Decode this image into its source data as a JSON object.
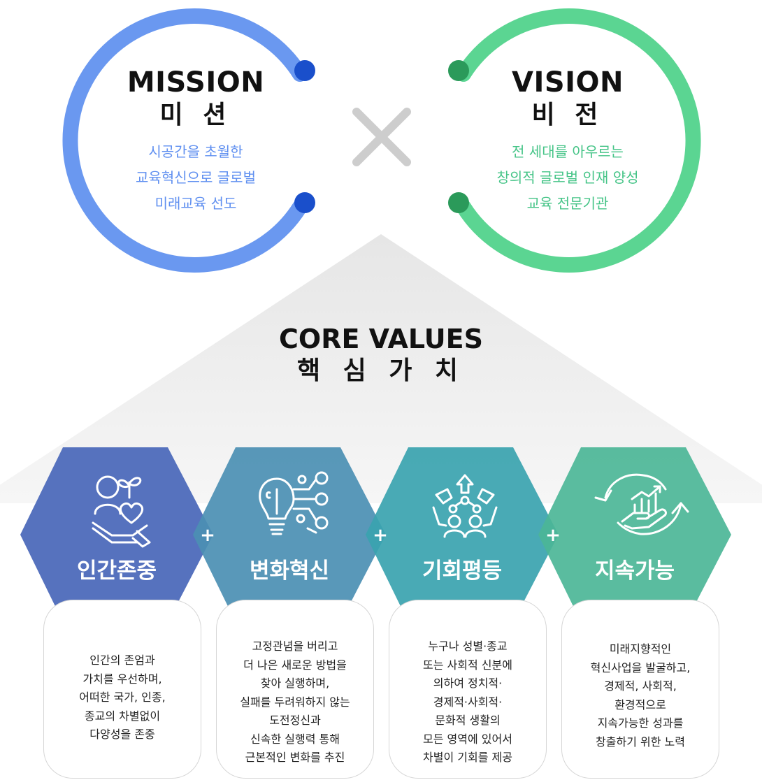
{
  "mission": {
    "title": "MISSION",
    "title_ko": "미 션",
    "desc": [
      "시공간을 초월한",
      "교육혁신으로 글로벌",
      "미래교육 선도"
    ],
    "color": "#6a98f0",
    "dot_color": "#1a4fcb"
  },
  "vision": {
    "title": "VISION",
    "title_ko": "비 전",
    "desc": [
      "전 세대를 아우르는",
      "창의적 글로벌 인재 양성",
      "교육 전문기관"
    ],
    "color": "#5bd592",
    "dot_color": "#2b9a5a"
  },
  "core_values": {
    "title": "CORE VALUES",
    "title_ko": "핵 심 가 치"
  },
  "connector": {
    "times": "×",
    "plus": "+"
  },
  "values": [
    {
      "label": "인간존중",
      "icon": "heart-hand-plant-icon",
      "color": "#4f6cbb",
      "desc": [
        "인간의 존엄과",
        "가치를 우선하며,",
        "어떠한 국가, 인종,",
        "종교의 차별없이",
        "다양성을 존중"
      ]
    },
    {
      "label": "변화혁신",
      "icon": "lightbulb-circuit-icon",
      "color": "#4b8fb3",
      "desc": [
        "고정관념을 버리고",
        "더 나은 새로운 방법을",
        "찾아 실행하며,",
        "실패를 두려워하지 않는",
        "도전정신과",
        "신속한 실행력 통해",
        "근본적인 변화를 추진"
      ]
    },
    {
      "label": "기회평등",
      "icon": "people-network-icon",
      "color": "#3aa3af",
      "desc": [
        "누구나 성별·종교",
        "또는 사회적 신분에",
        "의하여 정치적·",
        "경제적·사회적·",
        "문화적 생활의",
        "모든 영역에 있어서",
        "차별이 기회를 제공"
      ]
    },
    {
      "label": "지속가능",
      "icon": "sustainable-growth-icon",
      "color": "#4cb697",
      "desc": [
        "미래지향적인",
        "혁신사업을 발굴하고,",
        "경제적, 사회적,",
        "환경적으로",
        "지속가능한 성과를",
        "창출하기 위한 노력"
      ]
    }
  ]
}
